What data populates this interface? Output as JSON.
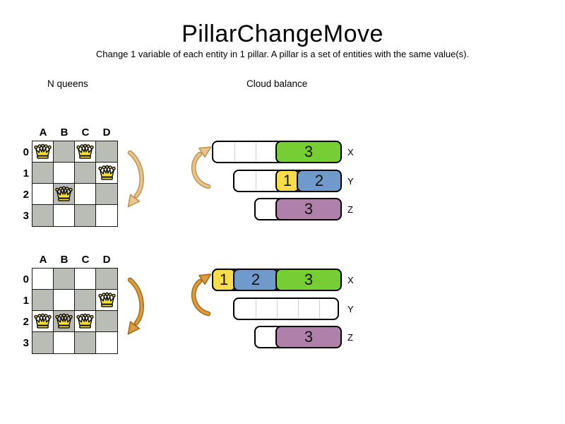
{
  "header": {
    "title": "PillarChangeMove",
    "subtitle": "Change 1 variable of each entity in 1 pillar. A pillar is a set of entities with the same value(s)."
  },
  "sections": {
    "nqueens_label": "N queens",
    "cloud_label": "Cloud balance"
  },
  "colors": {
    "block_green": "#77CD34",
    "block_yellow": "#F8DD4A",
    "block_blue": "#7099CC",
    "block_purple": "#AE80AA",
    "board_gray": "#BABDB6",
    "queen_yellow": "#F4DF3E",
    "arrow_light_fill": "#E8C58E",
    "arrow_light_edge": "#C1934F",
    "arrow_dark_fill": "#DC9C40",
    "arrow_dark_edge": "#A66A14"
  },
  "nqueens": {
    "boards": [
      {
        "id": "before",
        "columns": [
          "A",
          "B",
          "C",
          "D"
        ],
        "rows": [
          "0",
          "1",
          "2",
          "3"
        ],
        "queens": [
          {
            "column": "A",
            "row": "0"
          },
          {
            "column": "C",
            "row": "0"
          },
          {
            "column": "D",
            "row": "1"
          },
          {
            "column": "B",
            "row": "2"
          }
        ]
      },
      {
        "id": "after",
        "columns": [
          "A",
          "B",
          "C",
          "D"
        ],
        "rows": [
          "0",
          "1",
          "2",
          "3"
        ],
        "queens": [
          {
            "column": "D",
            "row": "1"
          },
          {
            "column": "A",
            "row": "2"
          },
          {
            "column": "B",
            "row": "2"
          },
          {
            "column": "C",
            "row": "2"
          }
        ]
      }
    ]
  },
  "cloud": {
    "states": [
      {
        "id": "before",
        "bars": [
          {
            "label": "X",
            "slots": 6,
            "blocks": [
              {
                "value": "3",
                "size": 3,
                "color": "block_green"
              }
            ]
          },
          {
            "label": "Y",
            "slots": 5,
            "blocks": [
              {
                "value": "1",
                "size": 1,
                "color": "block_yellow"
              },
              {
                "value": "2",
                "size": 2,
                "color": "block_blue"
              }
            ]
          },
          {
            "label": "Z",
            "slots": 4,
            "blocks": [
              {
                "value": "3",
                "size": 3,
                "color": "block_purple"
              }
            ]
          }
        ]
      },
      {
        "id": "after",
        "bars": [
          {
            "label": "X",
            "slots": 6,
            "blocks": [
              {
                "value": "1",
                "size": 1,
                "color": "block_yellow"
              },
              {
                "value": "2",
                "size": 2,
                "color": "block_blue"
              },
              {
                "value": "3",
                "size": 3,
                "color": "block_green"
              }
            ]
          },
          {
            "label": "Y",
            "slots": 5,
            "blocks": []
          },
          {
            "label": "Z",
            "slots": 4,
            "blocks": [
              {
                "value": "3",
                "size": 3,
                "color": "block_purple"
              }
            ]
          }
        ]
      }
    ]
  }
}
